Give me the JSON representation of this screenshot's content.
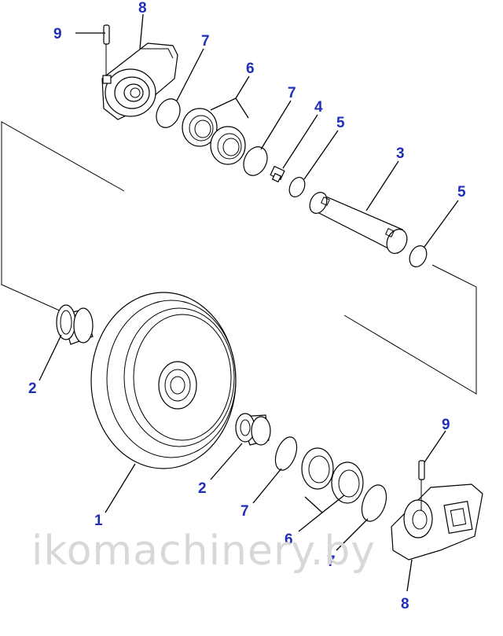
{
  "diagram": {
    "callouts": {
      "c1": "1",
      "c2a": "2",
      "c2b": "2",
      "c3": "3",
      "c4": "4",
      "c5a": "5",
      "c5b": "5",
      "c6a": "6",
      "c6b": "6",
      "c7a": "7",
      "c7b": "7",
      "c7c": "7",
      "c7d": "7",
      "c8a": "8",
      "c8b": "8",
      "c9a": "9",
      "c9b": "9"
    },
    "watermark": "ikomachinery.by",
    "colors": {
      "callout": "#1f2fb8",
      "line": "#000000",
      "watermark": "#d8d8d8"
    }
  }
}
